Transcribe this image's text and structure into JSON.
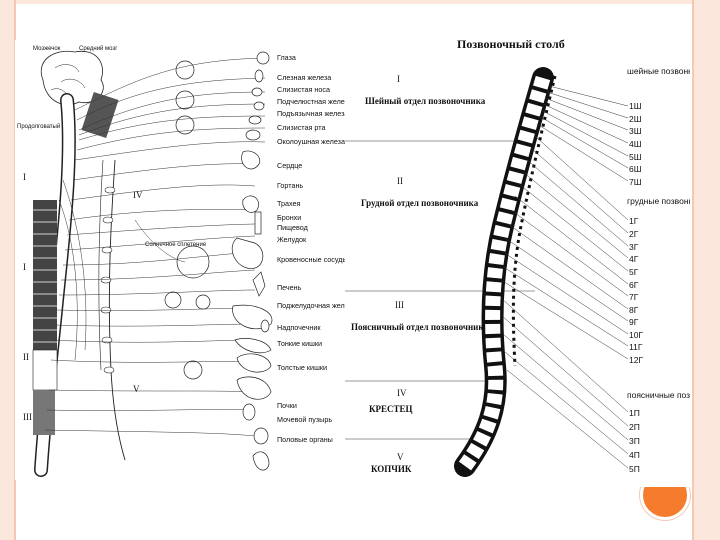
{
  "left_figure": {
    "top_labels": [
      "Мозжечок",
      "Средний мозг"
    ],
    "side_label": "Продолговатый мозг",
    "region_numerals": [
      "I",
      "I",
      "II",
      "III",
      "IV",
      "V"
    ],
    "plexus_label": "Солнечное сплетение",
    "organs": [
      "Глаза",
      "Слезная железа",
      "Слизистая носа",
      "Подчелюстная железа",
      "Подъязычная железа",
      "Слизистая рта",
      "Околоушная железа",
      "Сердце",
      "Гортань",
      "Трахея",
      "Бронхи",
      "Пищевод",
      "Желудок",
      "Кровеносные сосуды",
      "Печень",
      "Поджелудочная железа",
      "Надпочечник",
      "Тонкие кишки",
      "Толстые кишки",
      "Почки",
      "Мочевой пузырь",
      "Половые органы"
    ]
  },
  "right_figure": {
    "title": "Позвоночный столб",
    "sections": [
      {
        "numeral": "I",
        "name": "Шейный отдел позвоночника"
      },
      {
        "numeral": "II",
        "name": "Грудной отдел позвоночника"
      },
      {
        "numeral": "III",
        "name": "Поясничный отдел позвоночника"
      },
      {
        "numeral": "IV",
        "name": "КРЕСТЕЦ"
      },
      {
        "numeral": "V",
        "name": "КОПЧИК"
      }
    ],
    "vertebra_groups": [
      {
        "name": "шейные позвонки",
        "items": [
          "1Ш",
          "2Ш",
          "3Ш",
          "4Ш",
          "5Ш",
          "6Ш",
          "7Ш"
        ]
      },
      {
        "name": "грудные позвонки",
        "items": [
          "1Г",
          "2Г",
          "3Г",
          "4Г",
          "5Г",
          "6Г",
          "7Г",
          "8Г",
          "9Г",
          "10Г",
          "11Г",
          "12Г"
        ]
      },
      {
        "name": "поясничные позвонки",
        "items": [
          "1П",
          "2П",
          "3П",
          "4П",
          "5П"
        ]
      }
    ]
  },
  "colors": {
    "frame": "#fbe7dc",
    "accent": "#f47c2c",
    "ink": "#111111"
  }
}
